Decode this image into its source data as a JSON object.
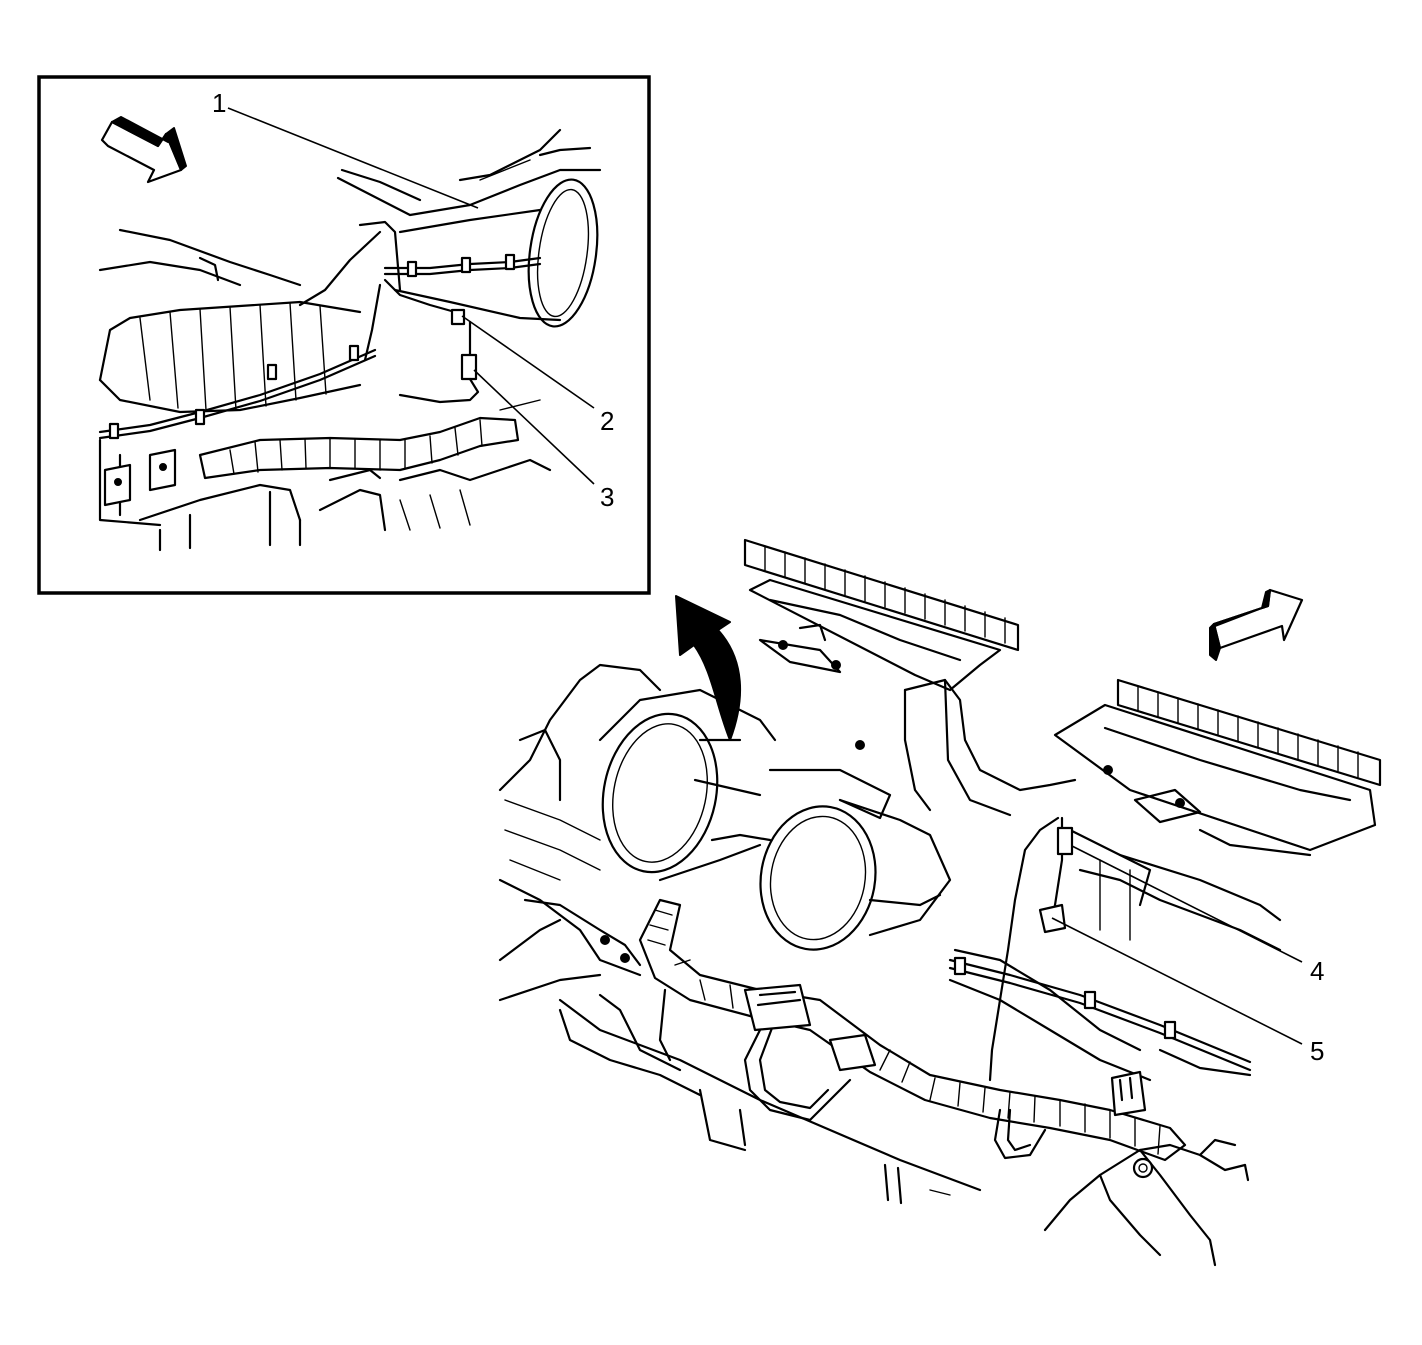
{
  "callouts": [
    {
      "id": "1",
      "label": "1"
    },
    {
      "id": "2",
      "label": "2"
    },
    {
      "id": "3",
      "label": "3"
    },
    {
      "id": "4",
      "label": "4"
    },
    {
      "id": "5",
      "label": "5"
    }
  ],
  "icons": {
    "inset_direction": "front-direction-arrow-icon",
    "main_direction": "front-direction-arrow-icon",
    "view_transition": "curved-view-arrow-icon"
  },
  "colors": {
    "line": "#000000",
    "background": "#ffffff"
  }
}
